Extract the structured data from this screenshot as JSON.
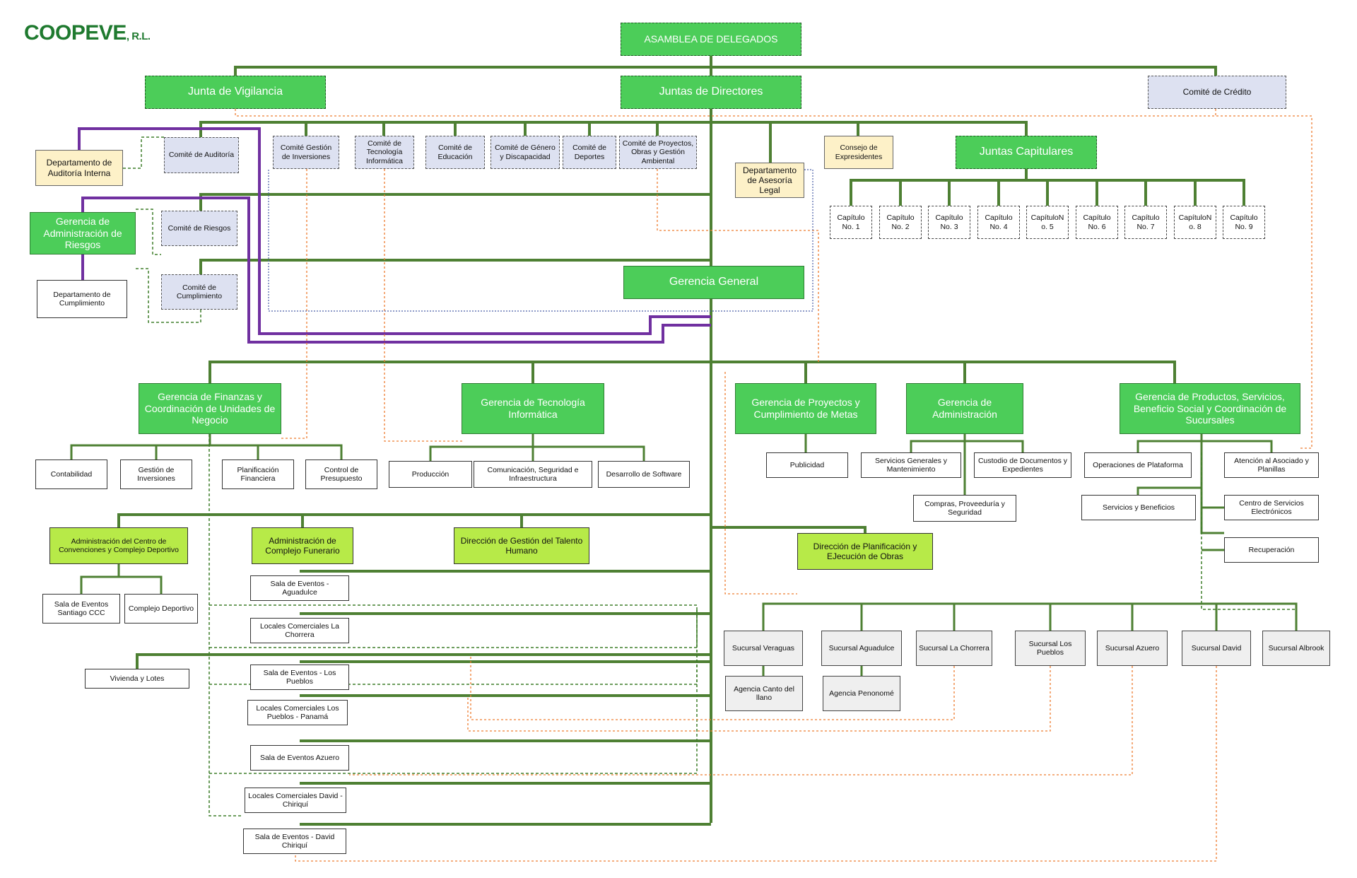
{
  "logo": {
    "name": "COOPEVE",
    "suffix": ", R.L.",
    "color": "#1f7a2f"
  },
  "colors": {
    "line": "#4e8033",
    "purple": "#7030a0",
    "orange": "#ed7d31",
    "dotgreen": "#3f7f2a",
    "blue": "#4a5fa8"
  },
  "boxes": {
    "asamblea": "ASAMBLEA DE DELEGADOS",
    "junta_vigilancia": "Junta de Vigilancia",
    "juntas_directores": "Juntas de Directores",
    "comite_credito": "Comité de Crédito",
    "depto_auditoria": "Departamento de Auditoría Interna",
    "comite_auditoria": "Comité de Auditoría",
    "comite_gestion_inv": "Comité Gestión de Inversiones",
    "comite_tecnologia": "Comité de Tecnología Informática",
    "comite_educacion": "Comité de Educación",
    "comite_genero": "Comité de Género y Discapacidad",
    "comite_deportes": "Comité de Deportes",
    "comite_proyectos": "Comité de Proyectos, Obras y Gestión Ambiental",
    "depto_asesoria": "Departamento de Asesoría Legal",
    "consejo_expresidentes": "Consejo de Expresidentes",
    "juntas_capitulares": "Juntas Capitulares",
    "capitulos": [
      "Capítulo No. 1",
      "Capítulo No. 2",
      "Capítulo No. 3",
      "Capítulo No. 4",
      "CapítuloN o. 5",
      "Capítulo No. 6",
      "Capítulo No. 7",
      "CapítuloN o. 8",
      "Capítulo No. 9"
    ],
    "gerencia_riesgos": "Gerencia de Administración de Riesgos",
    "comite_riesgos": "Comité de Riesgos",
    "depto_cumplimiento": "Departamento de Cumplimiento",
    "comite_cumplimiento": "Comité de Cumplimiento",
    "gerencia_general": "Gerencia General",
    "gerencia_finanzas": "Gerencia de Finanzas y Coordinación de  Unidades de Negocio",
    "gerencia_tecnologia": "Gerencia de Tecnología Informática",
    "gerencia_proyectos": "Gerencia de Proyectos y Cumplimiento de Metas",
    "gerencia_administracion": "Gerencia de Administración",
    "gerencia_productos": "Gerencia de Productos, Servicios, Beneficio Social y Coordinación de Sucursales",
    "contabilidad": "Contabilidad",
    "gestion_inversiones": "Gestión de Inversiones",
    "planificacion_financiera": "Planificación Financiera",
    "control_presupuesto": "Control de Presupuesto",
    "produccion": "Producción",
    "comunicacion": "Comunicación, Seguridad e Infraestructura",
    "desarrollo_software": "Desarrollo de Software",
    "publicidad": "Publicidad",
    "servicios_generales": "Servicios Generales y Mantenimiento",
    "custodio": "Custodio de Documentos y Expedientes",
    "compras": "Compras, Proveeduría y Seguridad",
    "operaciones_plataforma": "Operaciones de Plataforma",
    "atencion_asociado": "Atención al Asociado y Planillas",
    "servicios_beneficios": "Servicios y Beneficios",
    "centro_servicios": "Centro de Servicios Electrónicos",
    "recuperacion": "Recuperación",
    "admin_centro_convenciones": "Administración del Centro de Convenciones y Complejo Deportivo",
    "admin_complejo_funerario": "Administración de Complejo Funerario",
    "direccion_talento": "Dirección de Gestión del Talento Humano",
    "direccion_planificacion": "Dirección de Planificación y EJecución de Obras",
    "sala_santiago": "Sala de Eventos Santiago CCC",
    "complejo_deportivo": "Complejo Deportivo",
    "vivienda_lotes": "Vivienda y Lotes",
    "sala_aguadulce": "Sala de Eventos - Aguadulce",
    "locales_chorrera": "Locales Comerciales La Chorrera",
    "sala_pueblos": "Sala de Eventos - Los Pueblos",
    "locales_pueblos": "Locales Comerciales Los Pueblos - Panamá",
    "sala_azuero": "Sala de Eventos Azuero",
    "locales_david": "Locales Comerciales David - Chiriquí",
    "sala_david": "Sala de Eventos - David Chiriquí",
    "sucursal_veraguas": "Sucursal Veraguas",
    "sucursal_aguadulce": "Sucursal Aguadulce",
    "sucursal_chorrera": "Sucursal  La Chorrera",
    "sucursal_pueblos": "Sucursal  Los Pueblos",
    "sucursal_azuero": "Sucursal Azuero",
    "sucursal_david": "Sucursal David",
    "sucursal_albrook": "Sucursal Albrook",
    "agencia_canto": "Agencia Canto del llano",
    "agencia_penonome": "Agencia Penonomé"
  }
}
